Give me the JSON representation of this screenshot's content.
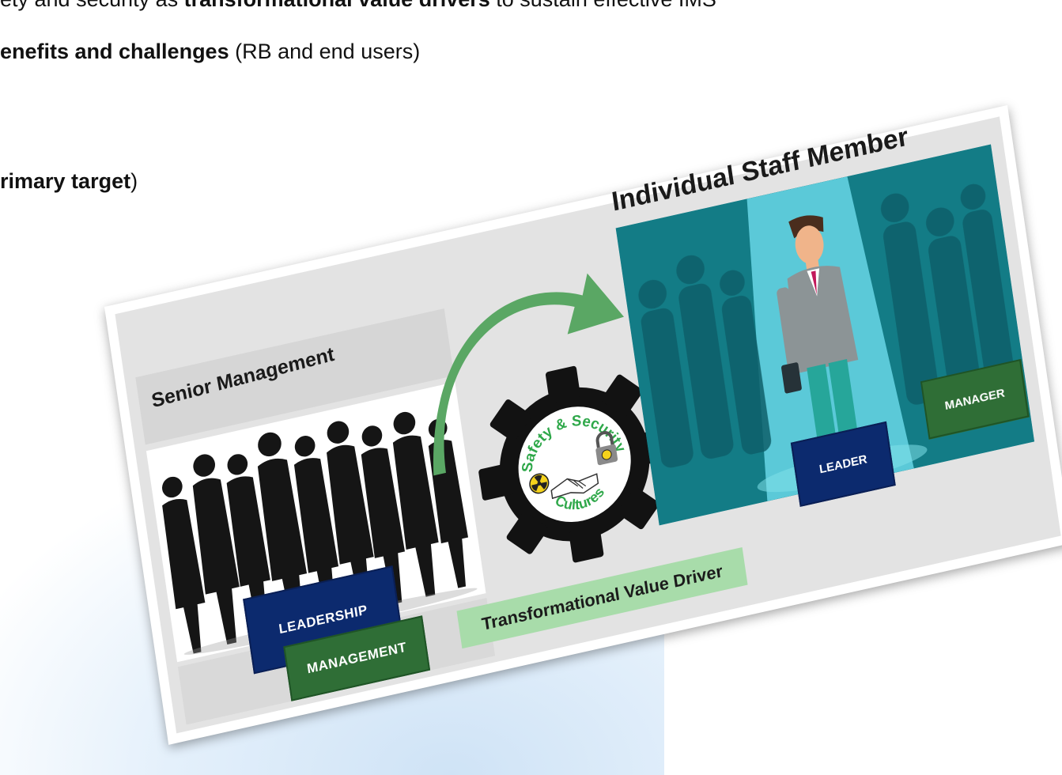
{
  "slide_text": {
    "line1_prefix": "ety and security as ",
    "line1_bold": "transformational value drivers",
    "line1_suffix": " to sustain effective IMS",
    "line2_bold": "enefits and challenges",
    "line2_suffix": " (RB and end users)",
    "line3_bold": "rimary target",
    "line3_suffix": ")"
  },
  "diagram": {
    "senior_title": "Senior Management",
    "leadership_label": "LEADERSHIP",
    "management_label": "MANAGEMENT",
    "gear_text": "Safety & Security Cultures",
    "gear_arc_top": "Safety & Security",
    "gear_arc_bottom": "Cultures",
    "tvd_label": "Transformational Value Driver",
    "individual_title": "Individual Staff Member",
    "leader_label": "LEADER",
    "manager_label": "MANAGER"
  },
  "colors": {
    "navy_box": "#0c2a6e",
    "green_box": "#2f6e36",
    "tvd_bg": "#a8dcaa",
    "teal_panel": "#16828c",
    "arrow_green": "#5aa764",
    "gear_text_green": "#2fa84a"
  },
  "icons": {
    "radiation": "radiation-icon",
    "padlock": "padlock-icon",
    "handshake": "handshake-icon",
    "gear": "gear-icon",
    "arrow": "curved-arrow-icon"
  }
}
